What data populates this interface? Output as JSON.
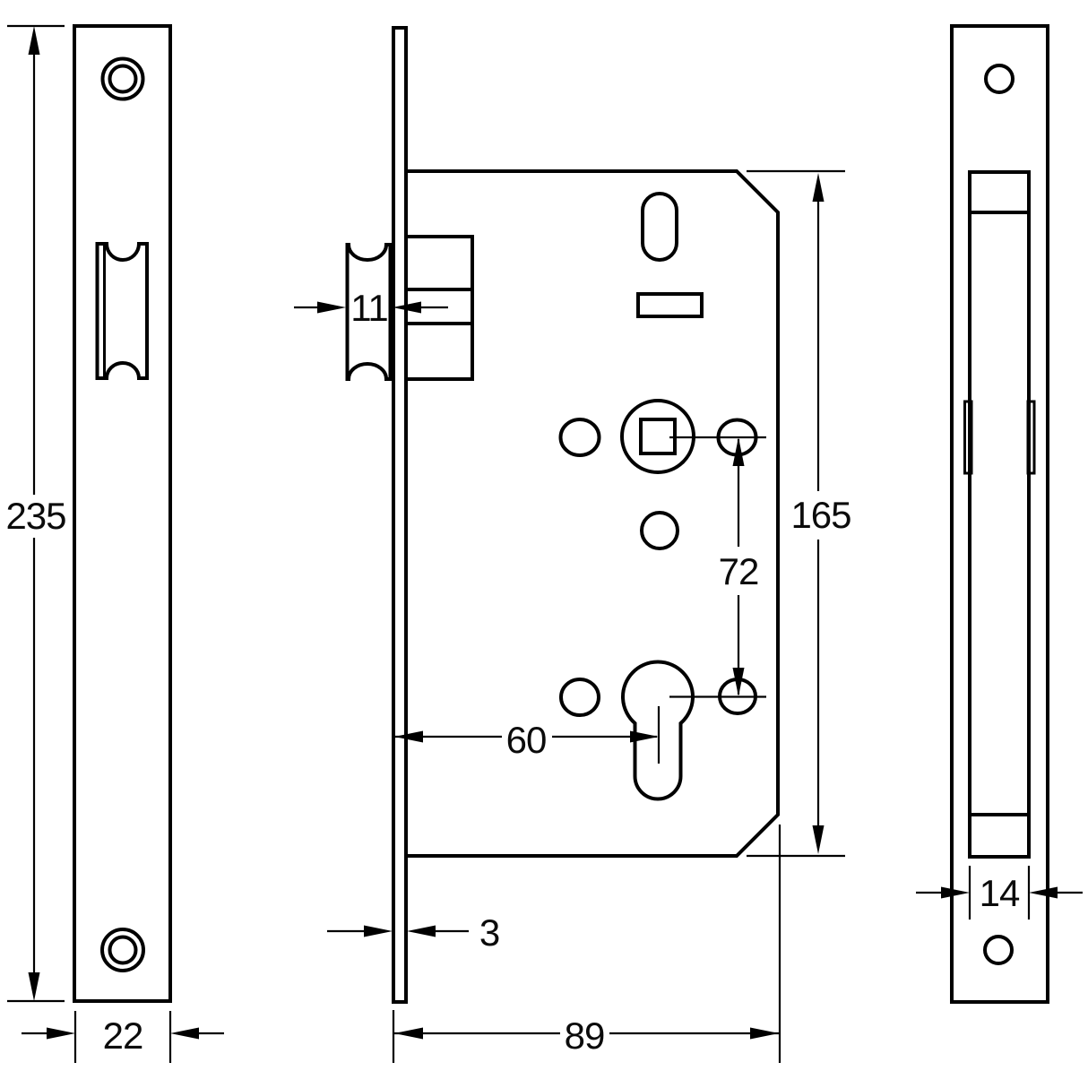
{
  "style": {
    "background": "#ffffff",
    "line_color": "#000000"
  },
  "dimensions": {
    "faceplate_height": "235",
    "faceplate_width": "22",
    "latch_projection": "11",
    "backset": "60",
    "centres": "72",
    "case_height": "165",
    "faceplate_thickness": "3",
    "case_depth": "89",
    "case_width": "14"
  }
}
